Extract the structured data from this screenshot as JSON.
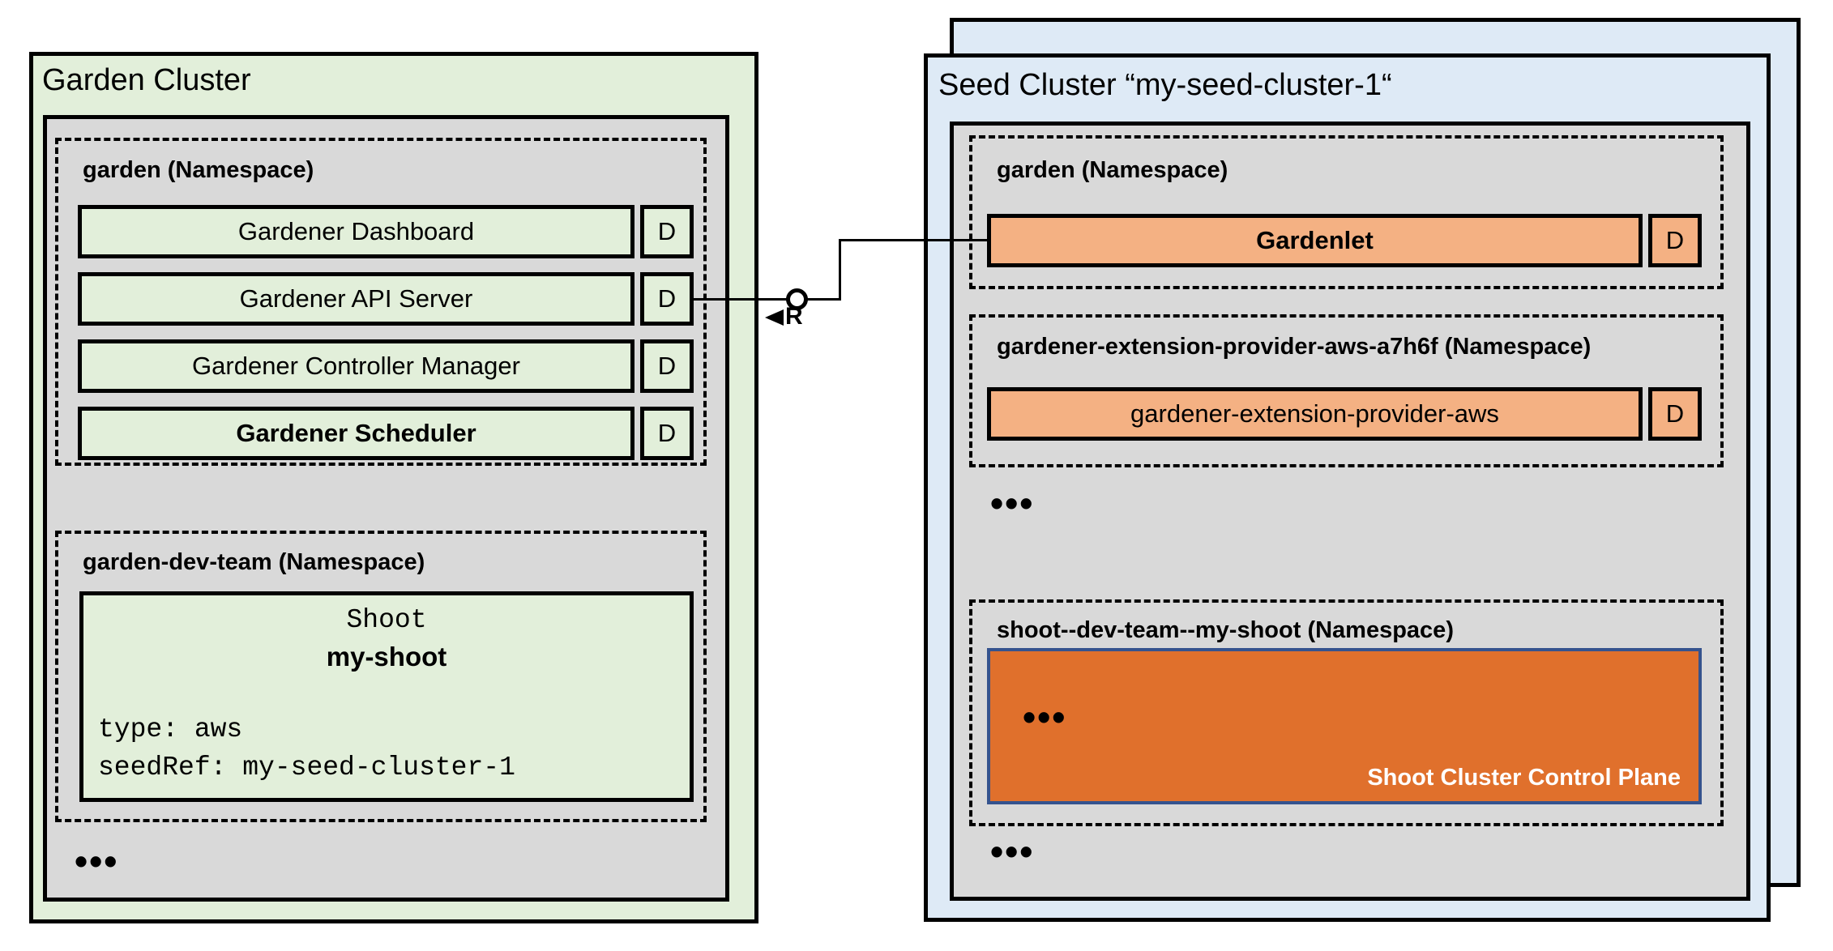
{
  "colors": {
    "garden_cluster_green": "#E2EFDA",
    "seed_cluster_blue": "#DEEAF6",
    "panel_gray": "#D9D9D9",
    "component_orange": "#F4B183",
    "control_plane_orange": "#E0702C",
    "control_plane_border_blue": "#35538E"
  },
  "garden_cluster": {
    "title": "Garden Cluster",
    "garden_namespace": {
      "title": "garden (Namespace)",
      "rows": [
        {
          "label": "Gardener Dashboard",
          "badge": "D"
        },
        {
          "label": "Gardener API Server",
          "badge": "D"
        },
        {
          "label": "Gardener Controller Manager",
          "badge": "D"
        },
        {
          "label": "Gardener Scheduler",
          "badge": "D"
        }
      ]
    },
    "dev_team_namespace": {
      "title": "garden-dev-team (Namespace)",
      "shoot_card": {
        "kind": "Shoot",
        "name": "my-shoot",
        "spec_lines": [
          "type: aws",
          "seedRef: my-seed-cluster-1"
        ]
      }
    },
    "ellipsis": "•••"
  },
  "connector": {
    "label": "R"
  },
  "seed_cluster": {
    "title": "Seed Cluster “my-seed-cluster-1“",
    "garden_namespace": {
      "title": "garden (Namespace)",
      "row": {
        "label": "Gardenlet",
        "badge": "D"
      }
    },
    "extension_namespace": {
      "title": "gardener-extension-provider-aws-a7h6f (Namespace)",
      "row": {
        "label": "gardener-extension-provider-aws",
        "badge": "D"
      }
    },
    "ellipsis_top": "•••",
    "shoot_namespace": {
      "title": "shoot--dev-team--my-shoot (Namespace)",
      "control_plane": {
        "ellipsis": "•••",
        "label": "Shoot Cluster Control Plane"
      }
    },
    "ellipsis_bottom": "•••"
  }
}
